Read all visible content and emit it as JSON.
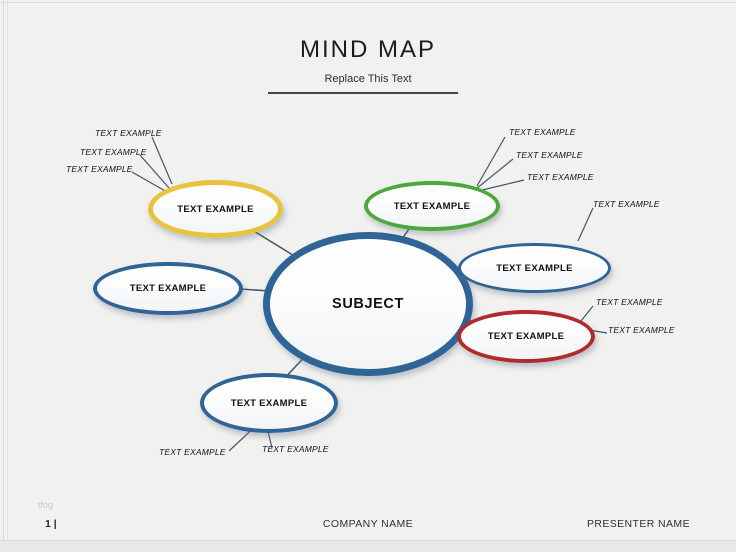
{
  "slide": {
    "title": "MIND MAP",
    "subtitle": "Replace This Text",
    "watermark": "tfog",
    "page_number": "1 |",
    "footer_center": "COMPANY NAME",
    "footer_right": "PRESENTER NAME"
  },
  "mindmap": {
    "connector_color": "#44546A",
    "center": {
      "label": "SUBJECT",
      "border_color": "#2E6496"
    },
    "nodes": [
      {
        "id": "top-left",
        "label": "TEXT EXAMPLE",
        "border_color": "#E7C33E"
      },
      {
        "id": "top",
        "label": "TEXT EXAMPLE",
        "border_color": "#4BA83A"
      },
      {
        "id": "right",
        "label": "TEXT EXAMPLE",
        "border_color": "#2E6496"
      },
      {
        "id": "bottom-right",
        "label": "TEXT EXAMPLE",
        "border_color": "#B12A2E"
      },
      {
        "id": "left",
        "label": "TEXT EXAMPLE",
        "border_color": "#2E6496"
      },
      {
        "id": "bottom",
        "label": "TEXT EXAMPLE",
        "border_color": "#2E6496"
      }
    ],
    "leaf_labels": [
      "TEXT EXAMPLE",
      "TEXT EXAMPLE",
      "TEXT EXAMPLE",
      "TEXT EXAMPLE",
      "TEXT EXAMPLE",
      "TEXT EXAMPLE",
      "TEXT EXAMPLE",
      "TEXT EXAMPLE",
      "TEXT EXAMPLE",
      "TEXT EXAMPLE",
      "TEXT EXAMPLE"
    ]
  }
}
